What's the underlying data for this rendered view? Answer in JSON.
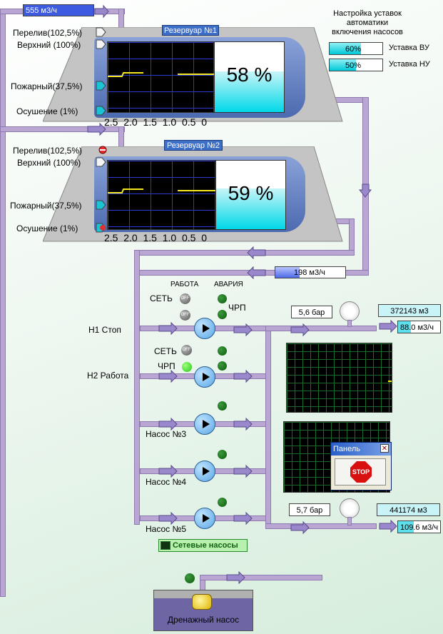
{
  "top_flow": {
    "value": "555 м3/ч",
    "fill": 1.0
  },
  "setpoints": {
    "title": "Настройка уставок\nавтоматики\nвключения насосов",
    "vu": {
      "value": "60%",
      "label": "Уставка ВУ",
      "fill": 0.6
    },
    "nu": {
      "value": "50%",
      "label": "Уставка НУ",
      "fill": 0.5
    }
  },
  "tank1": {
    "title": "Резервуар №1",
    "level_pct": 58,
    "level_text": "58 %",
    "sensors": [
      "Перелив(102,5%)",
      "Верхний (100%)",
      "Пожарный(37,5%)",
      "Осушение (1%)"
    ],
    "axis": "2.5  2.0  1.5  1.0  0.5  0"
  },
  "tank2": {
    "title": "Резервуар №2",
    "level_pct": 59,
    "level_text": "59 %",
    "sensors": [
      "Перелив(102,5%)",
      "Верхний (100%)",
      "Пожарный(37,5%)",
      "Осушение (1%)"
    ],
    "axis": "2.5  2.0  1.5  1.0  0.5  0"
  },
  "mid_flow": {
    "value": "198 м3/ч",
    "fill": 0.35
  },
  "pumps": {
    "header_work": "РАБОТА",
    "header_alarm": "АВАРИЯ",
    "net": "СЕТЬ",
    "vfd": "ЧРП",
    "off": "OFF",
    "h1": "Н1 Стоп",
    "h2": "Н2 Работа",
    "h3": "Насос №3",
    "h4": "Насос №4",
    "h5": "Насос №5",
    "group_button": "Сетевые насосы"
  },
  "line1": {
    "pressure": "5,6 бар",
    "total": "372143 м3",
    "flow": "88.0 м3/ч",
    "flow_fill": 0.3
  },
  "line2": {
    "pressure": "5,7 бар",
    "total": "441174 м3",
    "flow": "109.6 м3/ч",
    "flow_fill": 0.38
  },
  "panel": {
    "title": "Панель",
    "stop": "STOP"
  },
  "drain": {
    "label": "Дренажный насос"
  },
  "colors": {
    "pipe": "#b9a6d2",
    "accent": "#3d5be0",
    "liquid": "#00d8e8"
  }
}
